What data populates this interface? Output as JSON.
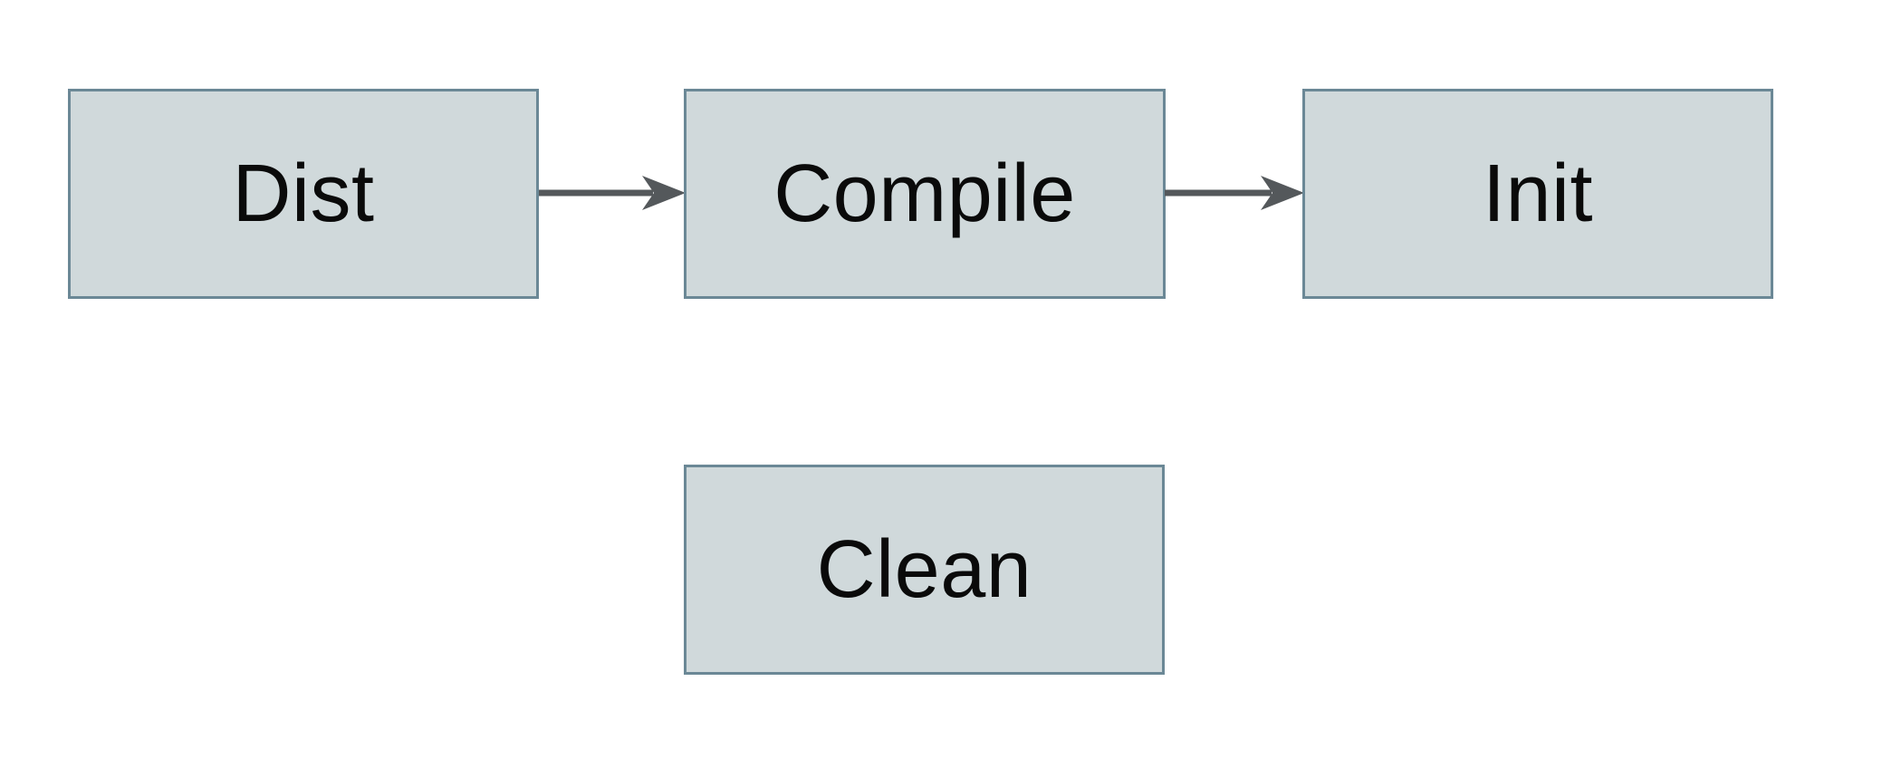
{
  "diagram": {
    "type": "flowchart",
    "nodes": [
      {
        "id": "dist",
        "label": "Dist"
      },
      {
        "id": "compile",
        "label": "Compile"
      },
      {
        "id": "init",
        "label": "Init"
      },
      {
        "id": "clean",
        "label": "Clean"
      }
    ],
    "edges": [
      {
        "from": "dist",
        "to": "compile",
        "direction": "right"
      },
      {
        "from": "compile",
        "to": "init",
        "direction": "right"
      }
    ],
    "colors": {
      "canvas_bg": "#ffffff",
      "node_fill": "#d0d9db",
      "node_border": "#6b8896",
      "arrow_color": "#54585b",
      "text_color": "#0a0a0a"
    }
  }
}
